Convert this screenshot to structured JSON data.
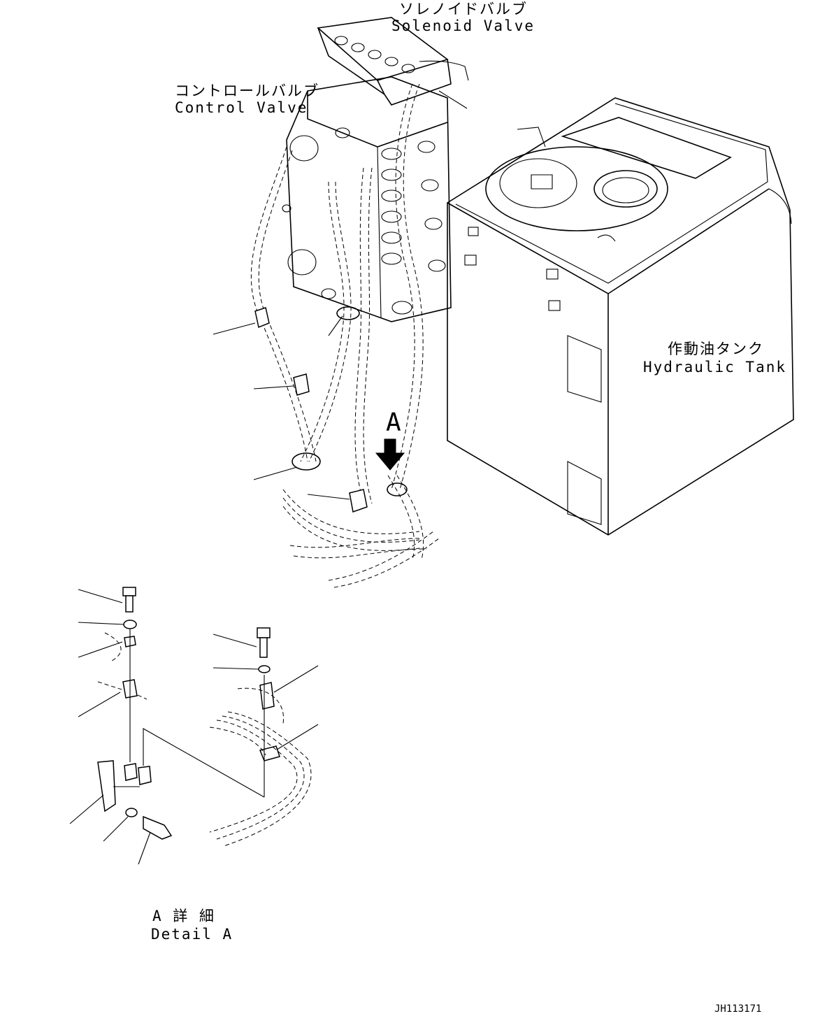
{
  "labels": {
    "solenoid_valve_jp": "ソレノイドバルブ",
    "solenoid_valve_en": "Solenoid Valve",
    "control_valve_jp": "コントロールバルブ",
    "control_valve_en": "Control Valve",
    "hydraulic_tank_jp": "作動油タンク",
    "hydraulic_tank_en": "Hydraulic Tank",
    "view_marker": "A",
    "detail_jp": "A 詳 細",
    "detail_en": "Detail A",
    "drawing_code": "JH113171"
  }
}
